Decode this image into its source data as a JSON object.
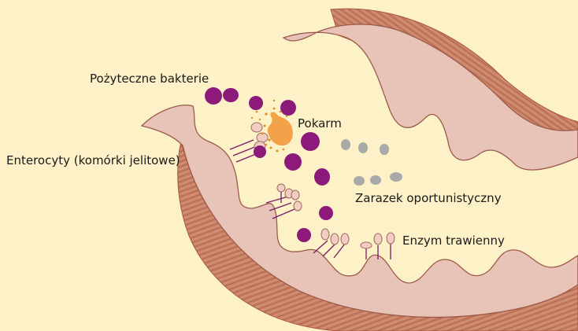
{
  "labels": {
    "beneficial_bacteria": "Pożyteczne bakterie",
    "food": "Pokarm",
    "enterocytes": "Enterocyty (komórki jelitowe)",
    "opportunistic_pathogen": "Zarazek oportunistyczny",
    "digestive_enzyme": "Enzym trawienny"
  },
  "colors": {
    "background": "#fdf1c7",
    "tissue_fill": "#e8c4b8",
    "tissue_stroke": "#9c5a4a",
    "muscle": "#c77a5e",
    "muscle_dark": "#a8543c",
    "bacteria": "#8b1a7a",
    "pathogen": "#a9a9a9",
    "food": "#f4a24a",
    "food_dots": "#e88a1a",
    "enzyme_fill": "#f2cdc3",
    "enzyme_stalk": "#7a1a6a"
  }
}
